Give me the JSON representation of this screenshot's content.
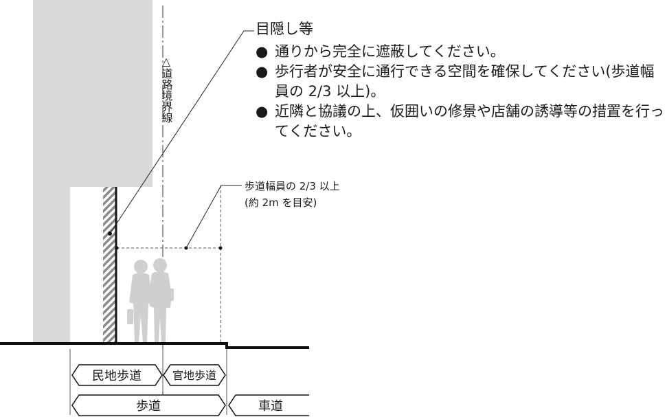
{
  "callout": {
    "title": "目隠し等",
    "items": [
      "通りから完全に遮蔽してください。",
      "歩行者が安全に通行できる空間を確保してください(歩道幅員の 2/3 以上)。",
      "近隣と協議の上、仮囲いの修景や店舗の誘導等の措置を行ってください。"
    ],
    "bullet": "●"
  },
  "boundary_label": "△道路境界線",
  "dimension": {
    "label": "歩道幅員の 2/3 以上",
    "note": "(約 2m を目安)"
  },
  "zones": {
    "private_sidewalk": "民地歩道",
    "public_sidewalk": "官地歩道",
    "sidewalk": "歩道",
    "roadway": "車道"
  }
}
